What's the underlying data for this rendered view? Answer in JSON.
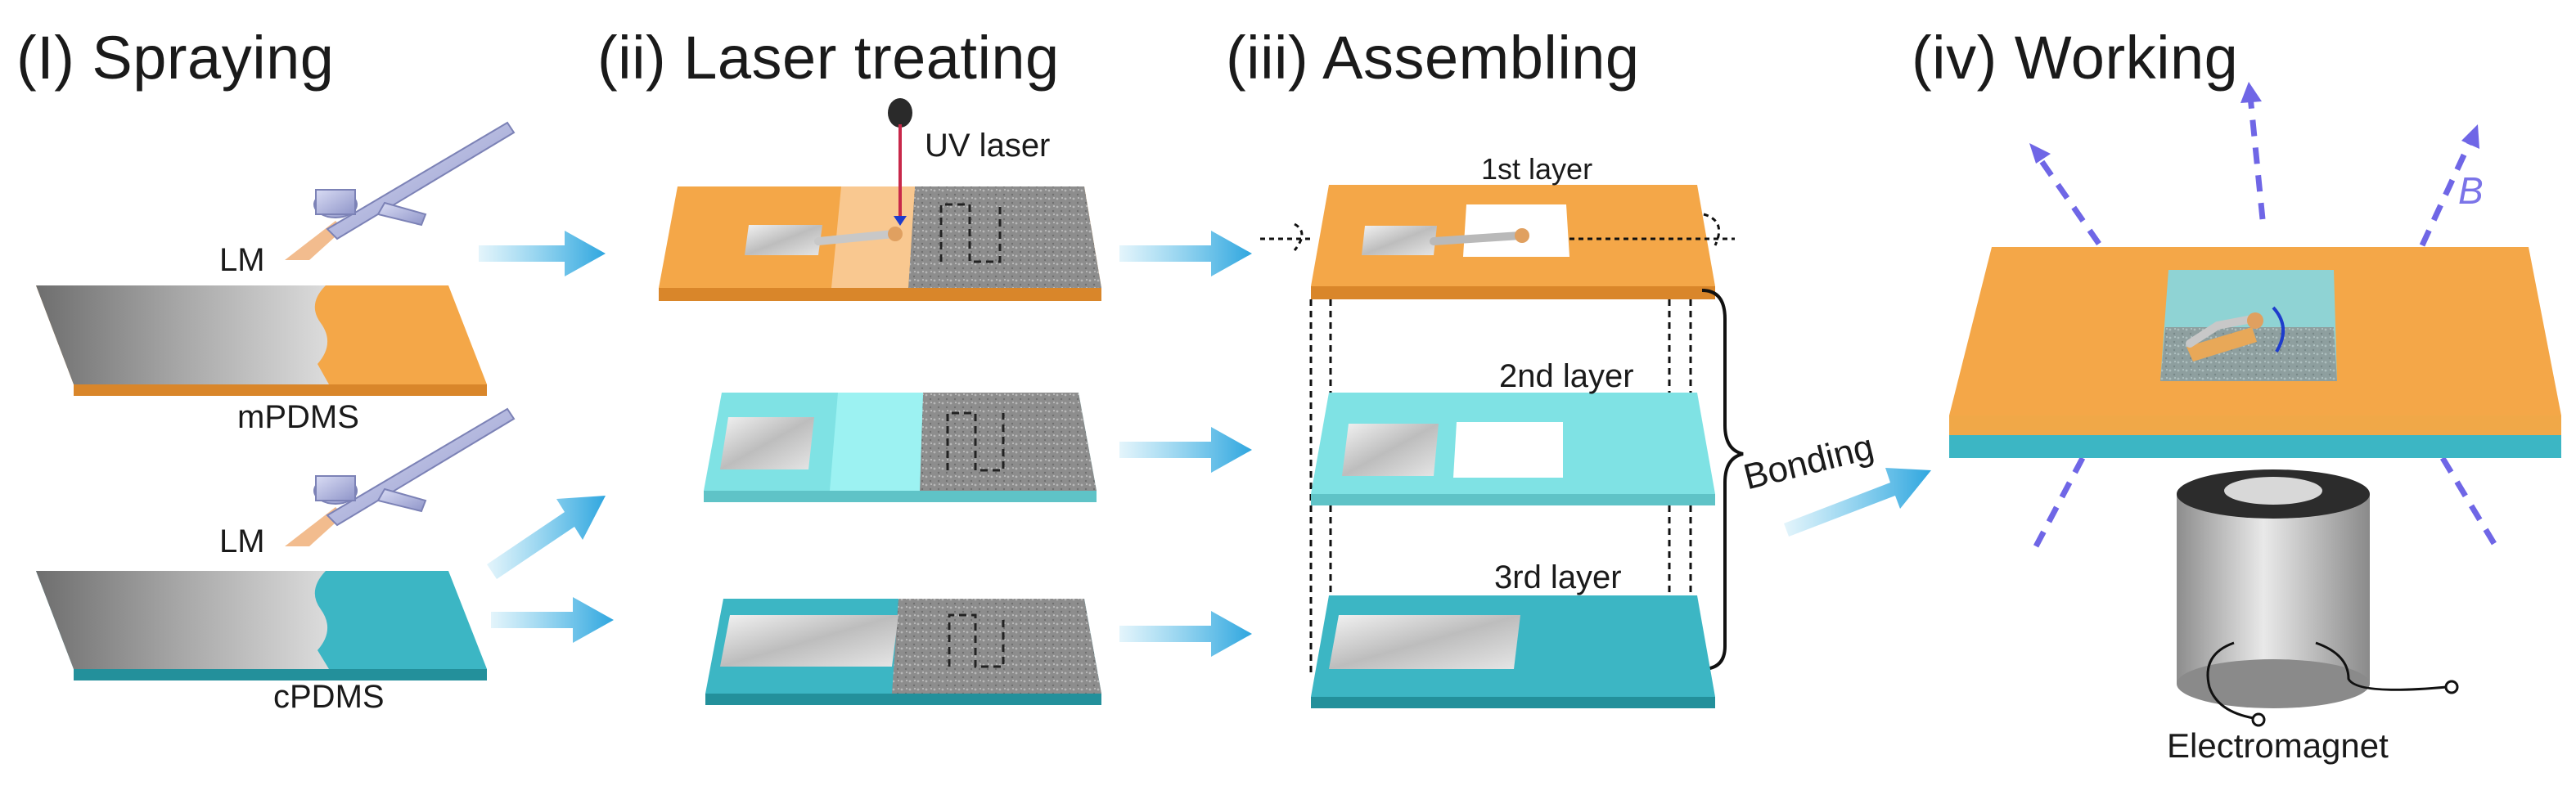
{
  "steps": {
    "spraying": "(I) Spraying",
    "laser": "(ii) Laser treating",
    "assembling": "(iii)  Assembling",
    "working": "(iv) Working"
  },
  "labels": {
    "lm_top": "LM",
    "lm_bottom": "LM",
    "mpdms": "mPDMS",
    "cpdms": "cPDMS",
    "uv_laser": "UV laser",
    "layer1": "1st layer",
    "layer2": "2nd layer",
    "layer3": "3rd layer",
    "bonding": "Bonding",
    "field": "B",
    "electromagnet": "Electromagnet"
  },
  "colors": {
    "mpdms": "#f4a748",
    "cpdms": "#3cb6c4",
    "layer2": "#7fe2e4",
    "lm": "#a8a8a8",
    "arrow": "#4ab9e6",
    "field_arrow": "#6f66e6",
    "laser_beam": "#c8284a"
  }
}
